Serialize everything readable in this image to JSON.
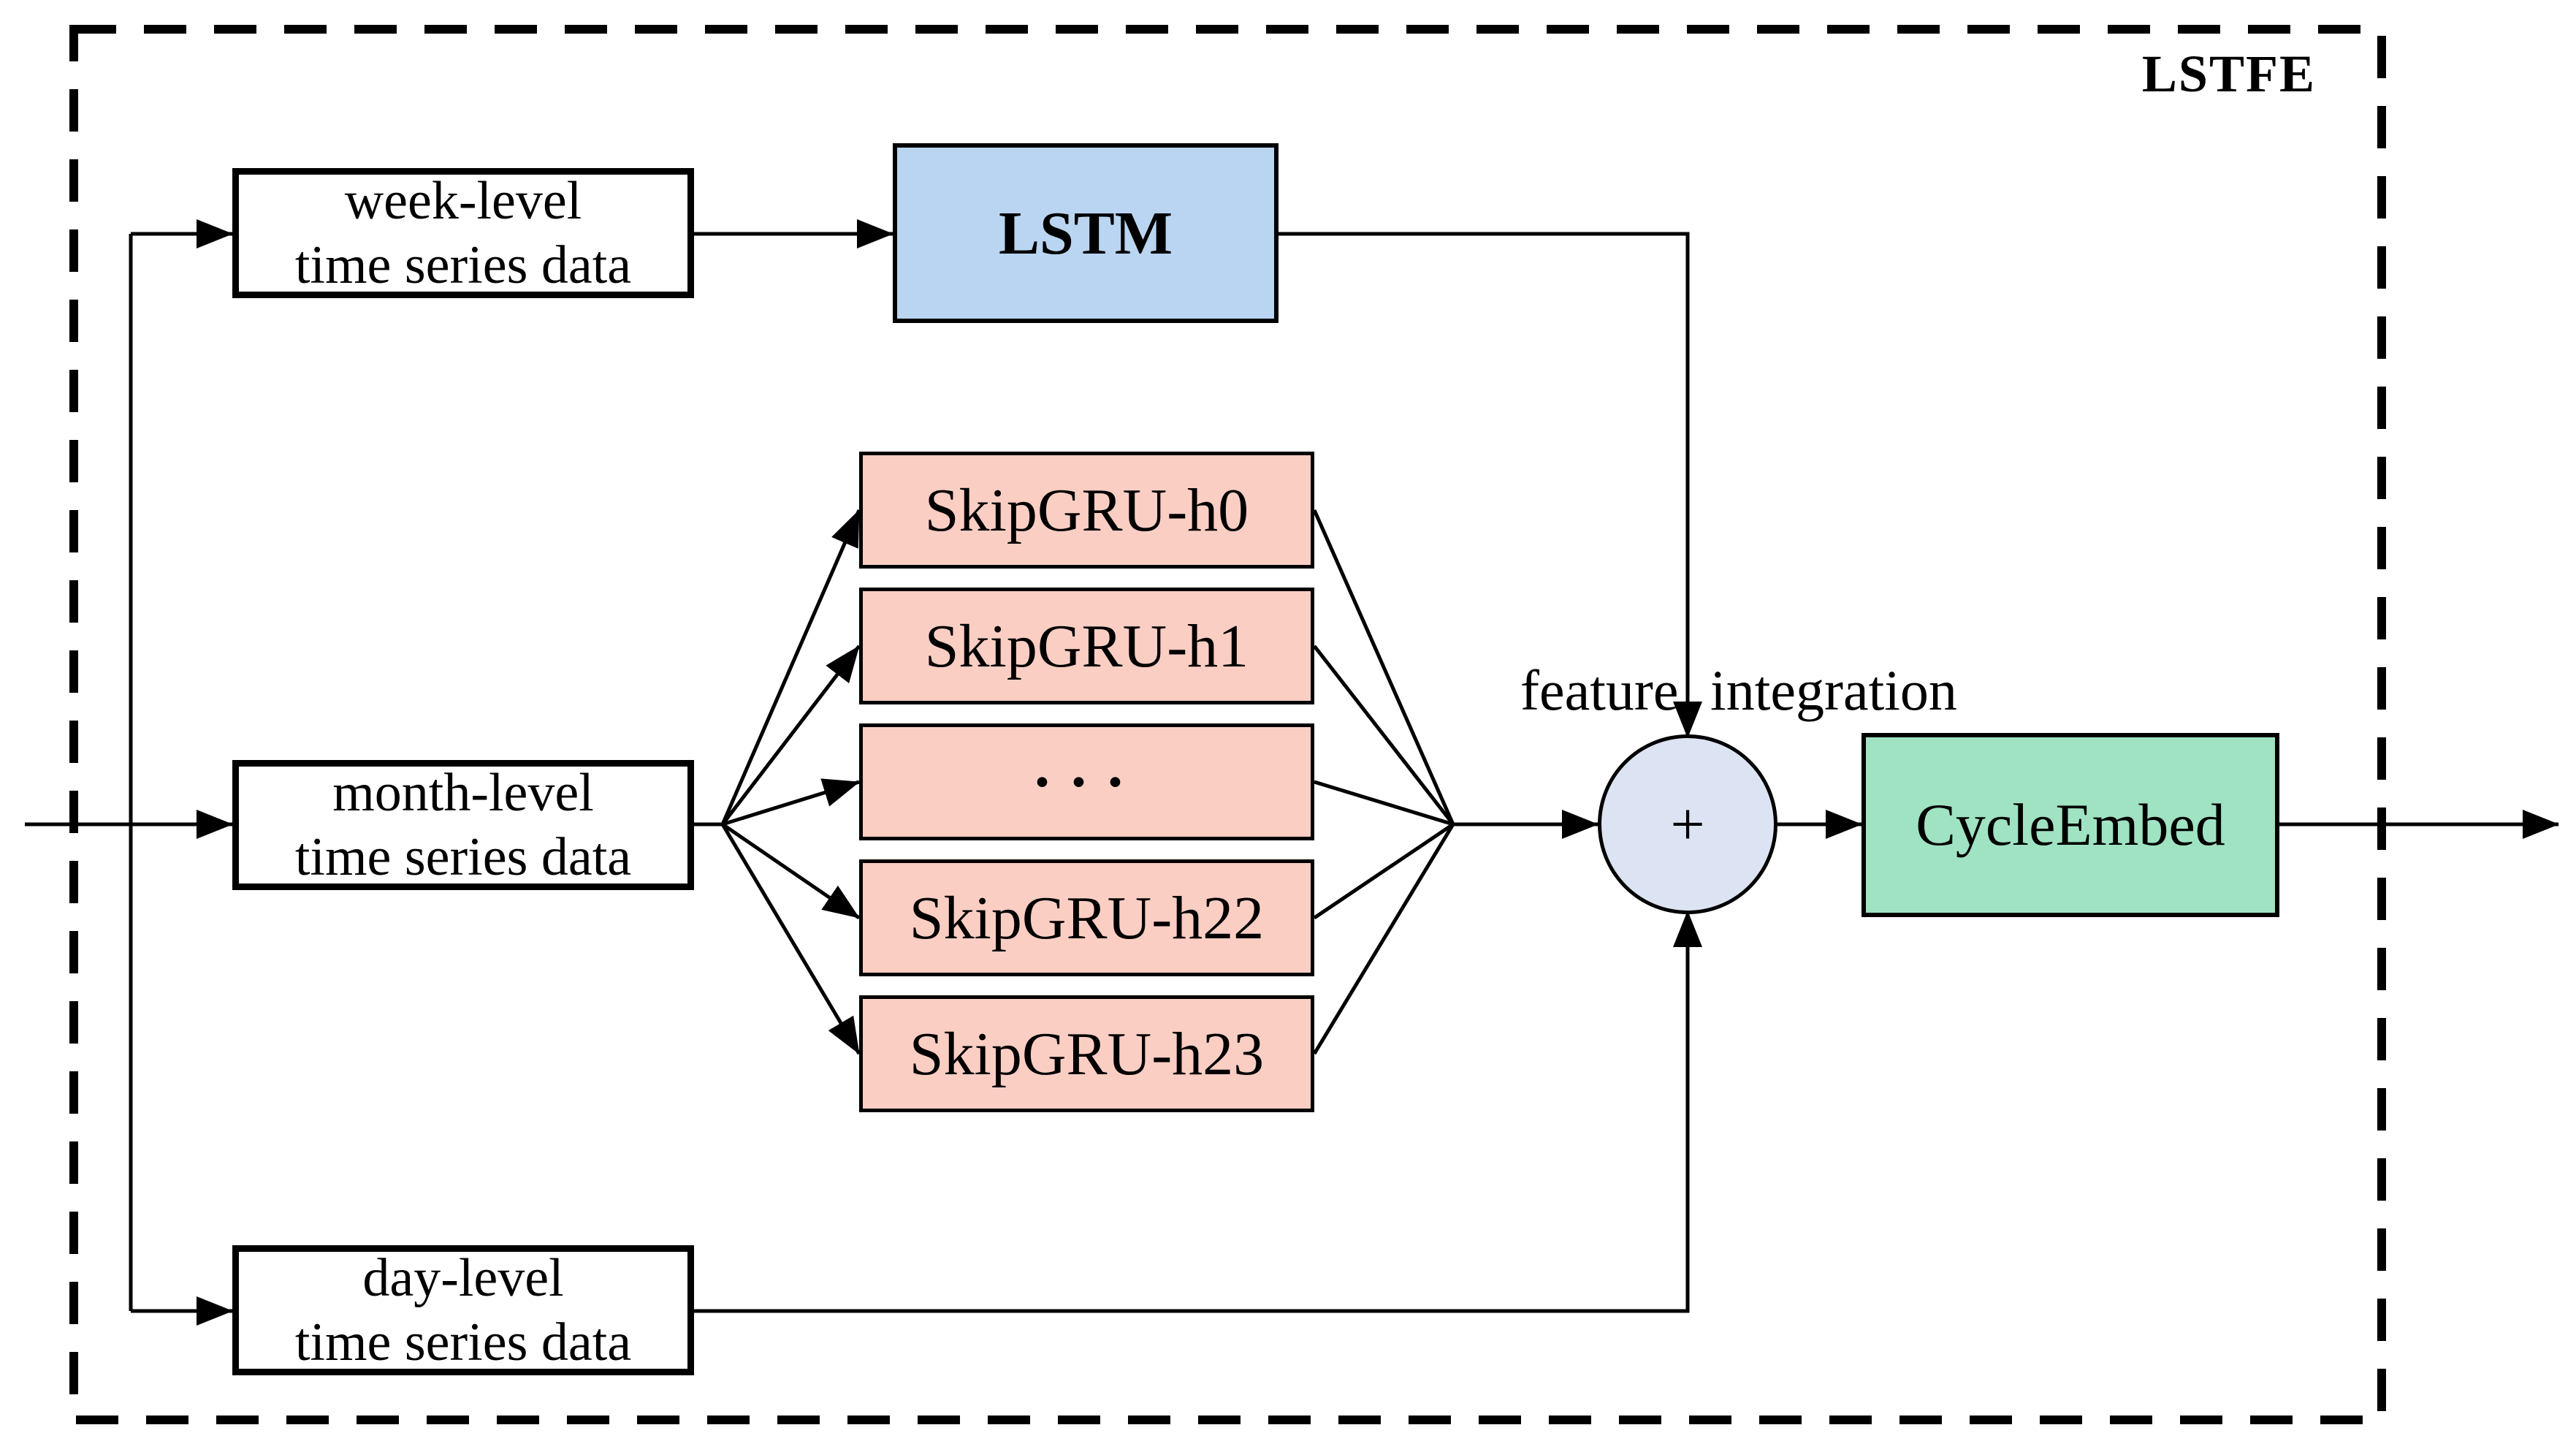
{
  "colors": {
    "background": "#ffffff",
    "line": "#000000",
    "text": "#000000",
    "box_border": "#000000",
    "lstm_fill": "#b9d5f1",
    "skipgru_fill": "#fbcec4",
    "sum_fill": "#dce3f2",
    "cycleembed_fill": "#9fe3c3"
  },
  "frame": {
    "label": "LSTFE"
  },
  "input_boxes": {
    "week": {
      "line1": "week-level",
      "line2": "time series data"
    },
    "month": {
      "line1": "month-level",
      "line2": "time series data"
    },
    "day": {
      "line1": "day-level",
      "line2": "time series data"
    }
  },
  "lstm": {
    "label": "LSTM"
  },
  "skipgru_boxes": [
    {
      "label": "SkipGRU-h0"
    },
    {
      "label": "SkipGRU-h1"
    },
    {
      "label": "···"
    },
    {
      "label": "SkipGRU-h22"
    },
    {
      "label": "SkipGRU-h23"
    }
  ],
  "sum_node": {
    "symbol": "+",
    "label": "feature integration"
  },
  "cycleembed": {
    "label": "CycleEmbed"
  }
}
